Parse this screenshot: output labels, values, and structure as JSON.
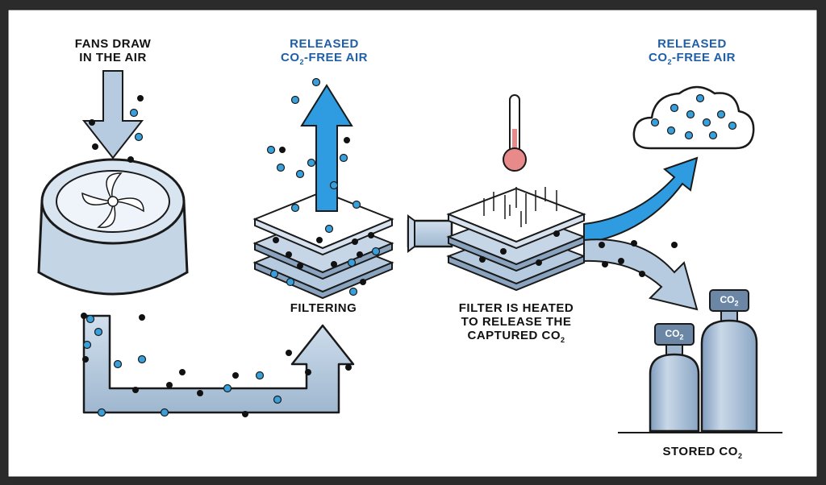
{
  "labels": {
    "fans_draw_line1": "FANS DRAW",
    "fans_draw_line2": "IN THE AIR",
    "released1_line1": "RELEASED",
    "released1_line2_prefix": "CO",
    "released1_line2_sub": "2",
    "released1_line2_suffix": "-FREE AIR",
    "released2_line1": "RELEASED",
    "released2_line2_prefix": "CO",
    "released2_line2_sub": "2",
    "released2_line2_suffix": "-FREE AIR",
    "filtering": "FILTERING",
    "heated_line1": "FILTER IS HEATED",
    "heated_line2": "TO RELEASE THE",
    "heated_line3_prefix": "CAPTURED CO",
    "heated_line3_sub": "2",
    "stored_prefix": "STORED CO",
    "stored_sub": "2",
    "tank_small_prefix": "CO",
    "tank_small_sub": "2",
    "tank_large_prefix": "CO",
    "tank_large_sub": "2"
  },
  "colors": {
    "background": "#2b2b2b",
    "panel": "#ffffff",
    "arrow_blue": "#2f9be0",
    "pipe": "#b7cbe0",
    "outline": "#1a1a1a",
    "co2_dot": "#111111",
    "air_dot": "#3aa0dc",
    "title_blue": "#1f5fa8",
    "thermometer": "#e98a8a"
  },
  "icons": [
    "fan-icon",
    "filter-stack-icon",
    "heated-filter-icon",
    "thermometer-icon",
    "cloud-icon",
    "gas-tank-icon"
  ]
}
